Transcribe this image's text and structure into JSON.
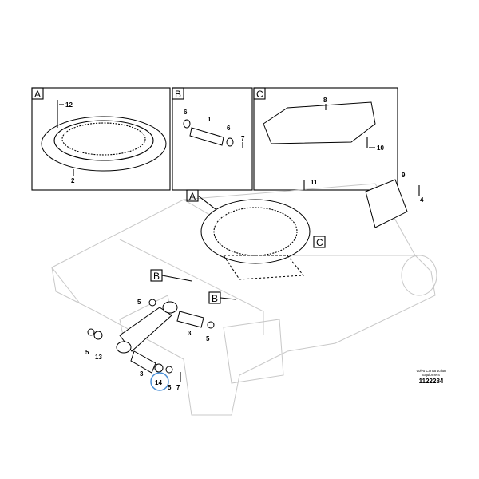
{
  "panels": {
    "a": {
      "label": "A",
      "items": [
        "12",
        "2"
      ]
    },
    "b": {
      "label": "B",
      "items": [
        "6",
        "1",
        "6",
        "7"
      ]
    },
    "c": {
      "label": "C",
      "items": [
        "8",
        "10"
      ]
    }
  },
  "main": {
    "callouts": [
      "A",
      "C",
      "B",
      "B"
    ],
    "items": [
      "11",
      "9",
      "4",
      "5",
      "3",
      "5",
      "5",
      "13",
      "3",
      "5",
      "7"
    ],
    "highlighted_item": "14",
    "highlight_color": "#4a8fd6"
  },
  "credit": {
    "line1": "Volvo Construction",
    "line2": "Equipment",
    "number": "1122284"
  }
}
